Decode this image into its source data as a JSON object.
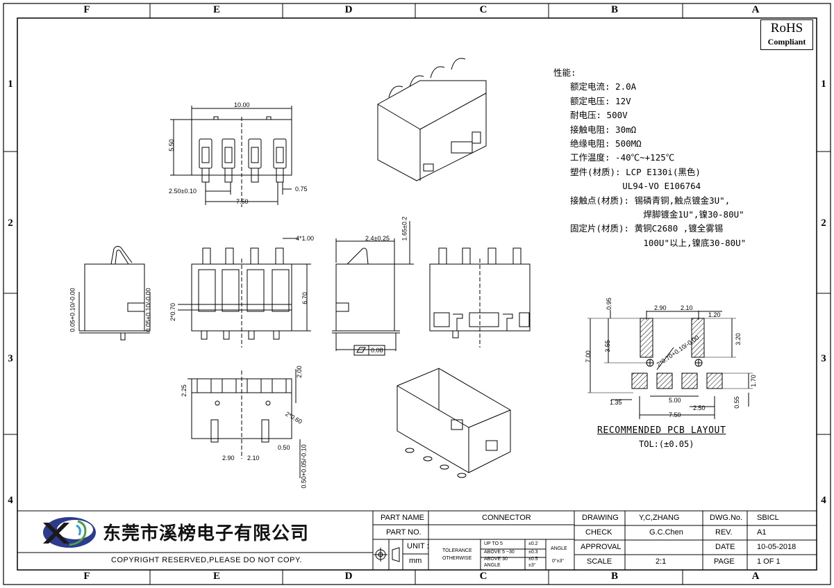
{
  "border": {
    "zones_h": [
      "F",
      "E",
      "D",
      "C",
      "B",
      "A"
    ],
    "zones_v": [
      "1",
      "2",
      "3",
      "4"
    ]
  },
  "rohs": {
    "title": "RoHS",
    "subtitle": "Compliant"
  },
  "specs": {
    "heading": "性能:",
    "lines": [
      "额定电流: 2.0A",
      "额定电压: 12V",
      "耐电压: 500V",
      "接触电阻: 30mΩ",
      "绝缘电阻: 500MΩ",
      "工作温度: -40℃~+125℃",
      "塑件(材质): LCP E130i(黑色)",
      "          UL94-VO E106764",
      "接触点(材质): 锡磷青铜,触点镀金3U\",",
      "              焊脚镀金1U\",镍30-80U\"",
      "固定片(材质): 黄铜C2680 ,镀全雾锡",
      "              100U\"以上,镍底30-80U\""
    ]
  },
  "dims": {
    "top_width": "10.00",
    "top_height": "5.50",
    "pitch": "2.50±0.10",
    "pin_width": "0.75",
    "span": "7.50",
    "side_a": "0.05+0.10/-0.00",
    "side_b": "0.05+0.10/-0.00",
    "front_pin": "4*1.00",
    "front_height": "6.70",
    "front_left": "2*0.70",
    "rside_top": "2.4±0.25",
    "rside_h": "1.65±0.2",
    "flatness": "0.08",
    "bot_225": "2.25",
    "bot_200": "2.00",
    "bot_hole": "2*0.60",
    "bot_290": "2.90",
    "bot_210": "2.10",
    "bot_050": "0.50",
    "bot_tail": "0.50+0.05/-0.10"
  },
  "pcb": {
    "title": "RECOMMENDED PCB LAYOUT",
    "tol": "TOL:(±0.05)",
    "d095": "0.95",
    "d290": "2.90",
    "d210": "2.10",
    "d120": "1.20",
    "d355": "3.55",
    "d700": "7.00",
    "d320": "3.20",
    "dhole": "2*0.70+0.10/-0.00",
    "d170": "1.70",
    "d135": "1.35",
    "d500": "5.00",
    "d250": "2.50",
    "d055": "0.55",
    "d750": "7.50"
  },
  "title_block": {
    "company": "东莞市溪榜电子有限公司",
    "copyright": "COPYRIGHT RESERVED,PLEASE DO NOT COPY.",
    "part_name_label": "PART NAME",
    "part_name": "CONNECTOR",
    "part_no_label": "PART NO.",
    "part_no": "",
    "unit_label": "UNIT :",
    "unit": "mm",
    "tolerance": "TOLERANCE",
    "otherwise": "OTHERWISE",
    "up5": "UP TO 5",
    "up5_v": "±0.2",
    "a530": "ABOVE 5 ~30",
    "a530_v": "±0.3",
    "a30": "ABOVE 30",
    "a30_v": "±0.5",
    "angle": "ANGLE",
    "angle_v": "±3°",
    "angle2": "ANGLE",
    "angle2_v": "0°±3°",
    "drawing_label": "DRAWING",
    "drawing": "Y,C,ZHANG",
    "check_label": "CHECK",
    "check": "G.C.Chen",
    "approval_label": "APPROVAL",
    "approval": "",
    "scale_label": "SCALE",
    "scale": "2:1",
    "dwg_label": "DWG.No.",
    "dwg": "SBICL",
    "rev_label": "REV.",
    "rev": "A1",
    "date_label": "DATE",
    "date": "10-05-2018",
    "page_label": "PAGE",
    "page": "1 OF 1"
  }
}
